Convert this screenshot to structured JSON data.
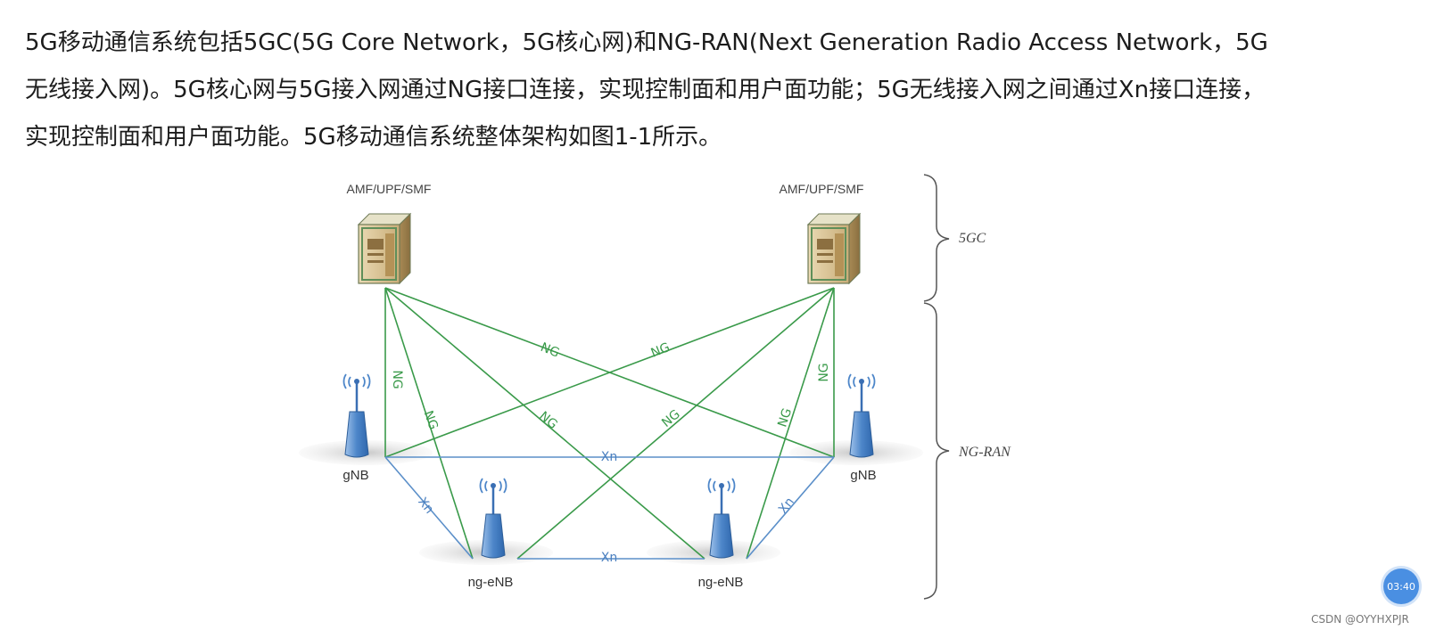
{
  "paragraph": {
    "line1": "5G移动通信系统包括5GC(5G Core Network，5G核心网)和NG-RAN(Next Generation Radio Access Network，5G",
    "line2": "无线接入网)。5G核心网与5G接入网通过NG接口连接，实现控制面和用户面功能；5G无线接入网之间通过Xn接口连接，",
    "line3": "实现控制面和用户面功能。5G移动通信系统整体架构如图1-1所示。"
  },
  "diagram": {
    "core_left_label": "AMF/UPF/SMF",
    "core_right_label": "AMF/UPF/SMF",
    "brace_top_label": "5GC",
    "brace_bottom_label": "NG-RAN",
    "gnb_left_label": "gNB",
    "gnb_right_label": "gNB",
    "ngenb_left_label": "ng-eNB",
    "ngenb_right_label": "ng-eNB",
    "ng_interface_label": "NG",
    "xn_interface_label": "Xn",
    "ng_line_color": "#3a9a4a",
    "xn_line_color": "#5b8fc9"
  },
  "overlay": {
    "timer_text": "03:40",
    "watermark_text": "CSDN @OYYHXPJR"
  }
}
